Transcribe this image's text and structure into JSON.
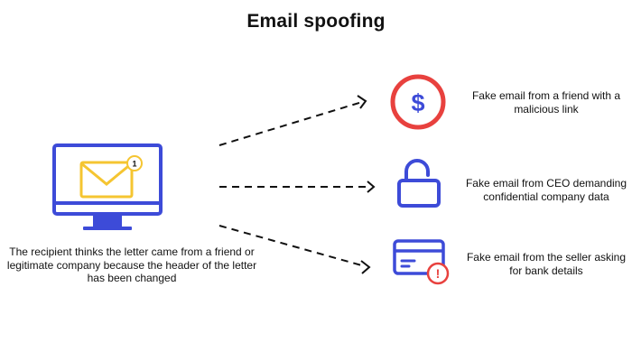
{
  "title": "Email spoofing",
  "recipient": {
    "caption": "The recipient thinks the letter came from a friend or legitimate company because the header of the letter has been changed",
    "notification_count": "1"
  },
  "items": [
    {
      "icon": "dollar-icon",
      "symbol": "$",
      "text": "Fake email from a friend with a malicious link"
    },
    {
      "icon": "unlock-icon",
      "text": "Fake email from CEO demanding confidential company data"
    },
    {
      "icon": "credit-card-warning-icon",
      "symbol": "!",
      "text": "Fake email from the seller asking for bank details"
    }
  ],
  "colors": {
    "blue": "#3d4bd8",
    "red": "#e8413e",
    "yellow": "#f5c531",
    "text": "#111111"
  }
}
